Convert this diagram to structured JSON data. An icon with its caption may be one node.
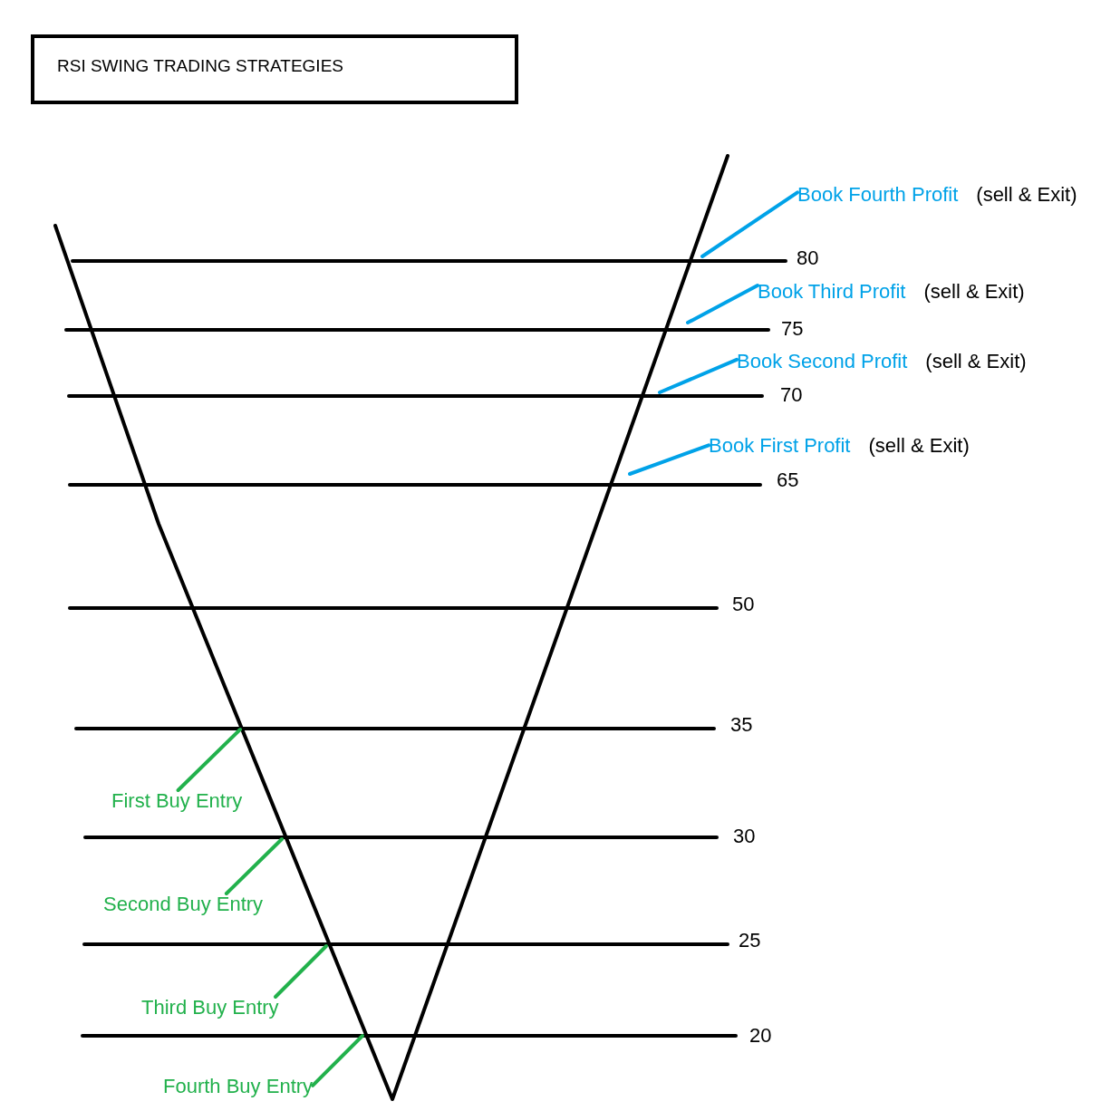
{
  "diagram": {
    "title": "RSI SWING TRADING STRATEGIES",
    "nodes": [
      {
        "text": [
          "Book Fourth Profit"
        ],
        "beside": [
          "(sell & Exit)"
        ]
      },
      {
        "text": [
          "Book Third Profit"
        ],
        "beside": [
          "(sell & Exit)"
        ]
      },
      {
        "text": [
          "Book Second Profit"
        ],
        "beside": [
          "(sell & Exit)"
        ]
      },
      {
        "text": [
          "Book First Profit"
        ],
        "beside": [
          "(sell & Exit)"
        ]
      },
      {
        "text": [
          "First Buy Entry"
        ]
      },
      {
        "text": [
          "Second Buy Entry"
        ]
      },
      {
        "text": [
          "Third Buy Entry"
        ]
      },
      {
        "text": [
          "Fourth Buy Entry"
        ]
      }
    ],
    "edges": [
      {
        "from": 0,
        "to": null,
        "arrow": "none",
        "color": "#00a2e8"
      },
      {
        "from": 1,
        "to": null,
        "arrow": "none",
        "color": "#00a2e8"
      },
      {
        "from": 2,
        "to": null,
        "arrow": "none",
        "color": "#00a2e8"
      },
      {
        "from": 3,
        "to": null,
        "arrow": "none",
        "color": "#00a2e8"
      },
      {
        "from": 4,
        "to": null,
        "arrow": "none",
        "color": "#22b14c"
      },
      {
        "from": 5,
        "to": null,
        "arrow": "none",
        "color": "#22b14c"
      },
      {
        "from": 6,
        "to": null,
        "arrow": "none",
        "color": "#22b14c"
      },
      {
        "from": 7,
        "to": null,
        "arrow": "none",
        "color": "#22b14c"
      }
    ],
    "labels": [
      "80",
      "75",
      "70",
      "65",
      "50",
      "35",
      "30",
      "25",
      "20"
    ]
  }
}
